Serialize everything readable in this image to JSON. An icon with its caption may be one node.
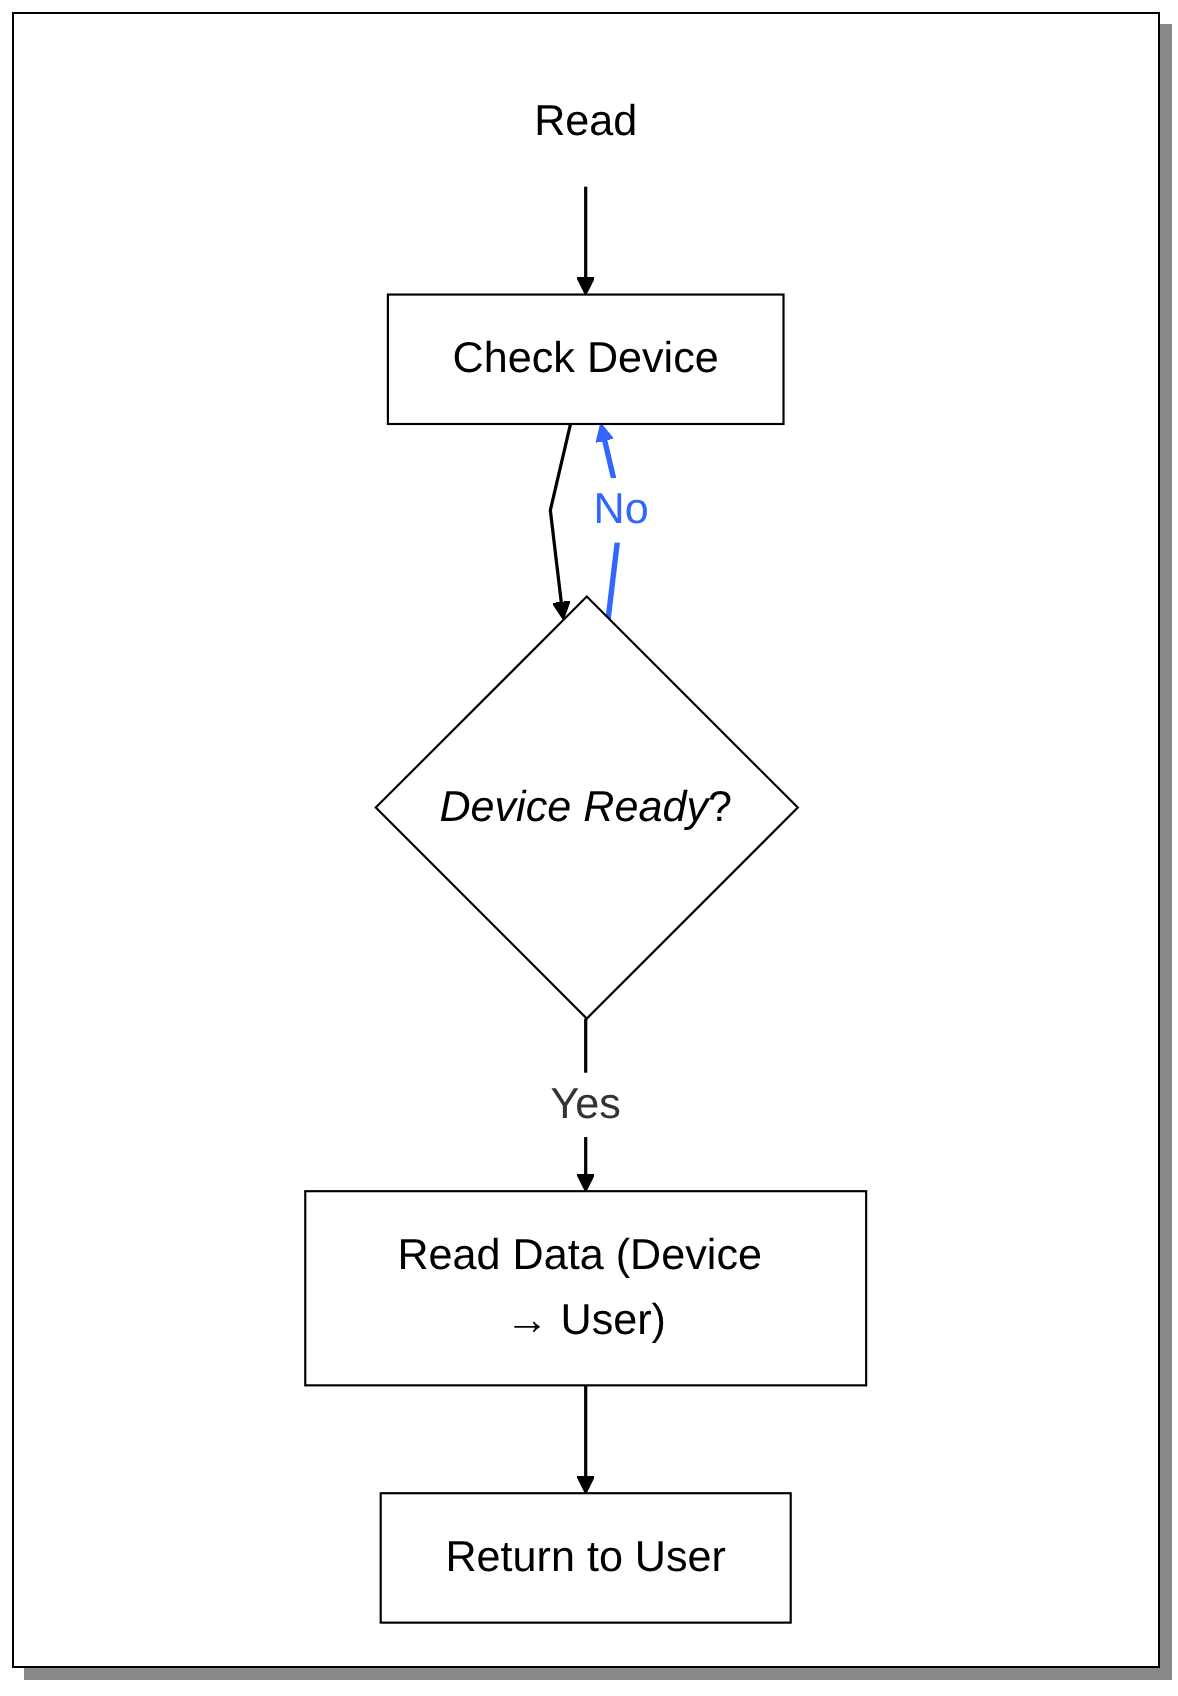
{
  "diagram": {
    "nodes": [
      {
        "text": [
          "Read"
        ]
      },
      {
        "text": [
          "Check Device"
        ]
      },
      {
        "text": [
          "*Device Ready*?"
        ]
      },
      {
        "text": [
          "Read Data (Device → User)"
        ]
      },
      {
        "text": [
          "Return to User"
        ]
      }
    ],
    "edges": [
      {
        "from": 0,
        "to": 1,
        "arrow": "to"
      },
      {
        "from": 1,
        "to": 2,
        "arrow": "to"
      },
      {
        "from": 2,
        "to": 1,
        "arrow": "to",
        "label": "No",
        "color": "#3366ff"
      },
      {
        "from": 2,
        "to": 3,
        "arrow": "to",
        "label": "Yes"
      },
      {
        "from": 3,
        "to": 4,
        "arrow": "to"
      }
    ]
  }
}
